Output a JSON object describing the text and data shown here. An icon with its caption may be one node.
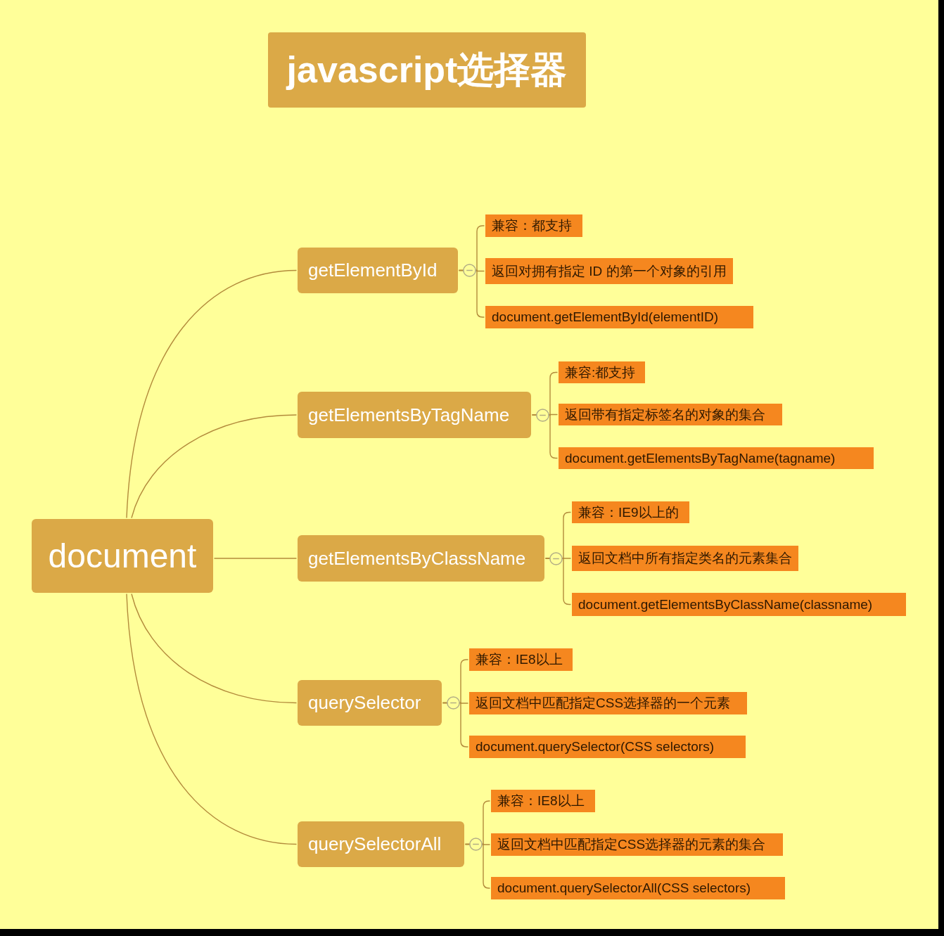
{
  "diagram": {
    "title": "javascript选择器",
    "nodes": [
      {
        "text": [
          "document"
        ]
      },
      {
        "text": [
          "getElementById"
        ]
      },
      {
        "text": [
          "兼容：都支持"
        ]
      },
      {
        "text": [
          "返回对拥有指定 ID 的第一个对象的引用"
        ]
      },
      {
        "text": [
          "document.getElementById(elementID)"
        ]
      },
      {
        "text": [
          "getElementsByTagName"
        ]
      },
      {
        "text": [
          "兼容:都支持"
        ]
      },
      {
        "text": [
          "返回带有指定标签名的对象的集合"
        ]
      },
      {
        "text": [
          "document.getElementsByTagName(tagname)"
        ]
      },
      {
        "text": [
          "getElementsByClassName"
        ]
      },
      {
        "text": [
          "兼容：IE9以上的"
        ]
      },
      {
        "text": [
          "返回文档中所有指定类名的元素集合"
        ]
      },
      {
        "text": [
          "document.getElementsByClassName(classname)"
        ]
      },
      {
        "text": [
          "querySelector"
        ]
      },
      {
        "text": [
          "兼容：IE8以上"
        ]
      },
      {
        "text": [
          "返回文档中匹配指定CSS选择器的一个元素"
        ]
      },
      {
        "text": [
          "document.querySelector(CSS selectors)"
        ]
      },
      {
        "text": [
          "querySelectorAll"
        ]
      },
      {
        "text": [
          "兼容：IE8以上"
        ]
      },
      {
        "text": [
          "返回文档中匹配指定CSS选择器的元素的集合"
        ]
      },
      {
        "text": [
          "document.querySelectorAll(CSS selectors)"
        ]
      }
    ],
    "edges": [
      {
        "from": 0,
        "to": 1,
        "arrow": "none"
      },
      {
        "from": 0,
        "to": 5,
        "arrow": "none"
      },
      {
        "from": 0,
        "to": 9,
        "arrow": "none"
      },
      {
        "from": 0,
        "to": 13,
        "arrow": "none"
      },
      {
        "from": 0,
        "to": 17,
        "arrow": "none"
      },
      {
        "from": 1,
        "to": 2,
        "arrow": "none"
      },
      {
        "from": 1,
        "to": 3,
        "arrow": "none"
      },
      {
        "from": 1,
        "to": 4,
        "arrow": "none"
      },
      {
        "from": 5,
        "to": 6,
        "arrow": "none"
      },
      {
        "from": 5,
        "to": 7,
        "arrow": "none"
      },
      {
        "from": 5,
        "to": 8,
        "arrow": "none"
      },
      {
        "from": 9,
        "to": 10,
        "arrow": "none"
      },
      {
        "from": 9,
        "to": 11,
        "arrow": "none"
      },
      {
        "from": 9,
        "to": 12,
        "arrow": "none"
      },
      {
        "from": 13,
        "to": 14,
        "arrow": "none"
      },
      {
        "from": 13,
        "to": 15,
        "arrow": "none"
      },
      {
        "from": 13,
        "to": 16,
        "arrow": "none"
      },
      {
        "from": 17,
        "to": 18,
        "arrow": "none"
      },
      {
        "from": 17,
        "to": 19,
        "arrow": "none"
      },
      {
        "from": 17,
        "to": 20,
        "arrow": "none"
      }
    ]
  }
}
